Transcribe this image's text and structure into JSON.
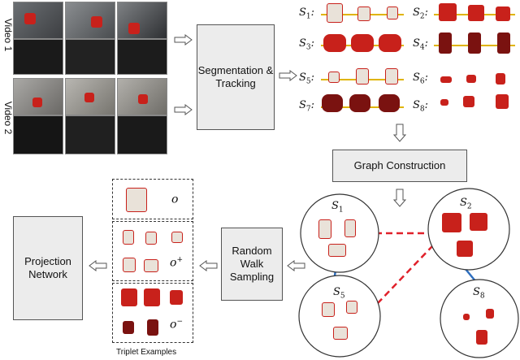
{
  "videos": [
    {
      "label": "Video 1"
    },
    {
      "label": "Video 2"
    }
  ],
  "boxes": {
    "segmentation": "Segmentation & Tracking",
    "graph": "Graph Construction",
    "random_walk": "Random Walk Sampling",
    "projection": "Projection Network"
  },
  "segments": [
    {
      "name": "S",
      "sub": "1"
    },
    {
      "name": "S",
      "sub": "2"
    },
    {
      "name": "S",
      "sub": "3"
    },
    {
      "name": "S",
      "sub": "4"
    },
    {
      "name": "S",
      "sub": "5"
    },
    {
      "name": "S",
      "sub": "6"
    },
    {
      "name": "S",
      "sub": "7"
    },
    {
      "name": "S",
      "sub": "8"
    }
  ],
  "graph_nodes": [
    {
      "name": "S",
      "sub": "1"
    },
    {
      "name": "S",
      "sub": "2"
    },
    {
      "name": "S",
      "sub": "5"
    },
    {
      "name": "S",
      "sub": "8"
    }
  ],
  "triplets": {
    "anchor": {
      "symbol": "o",
      "sup": ""
    },
    "positive": {
      "symbol": "o",
      "sup": "+"
    },
    "negative": {
      "symbol": "o",
      "sup": "−"
    },
    "caption": "Triplet Examples"
  },
  "colors": {
    "object_red": "#c8211b",
    "positive_edge": "#2f6fbf",
    "negative_edge": "#e0202a",
    "tracking_line": "#e0b400",
    "box_fill": "#ececec"
  }
}
